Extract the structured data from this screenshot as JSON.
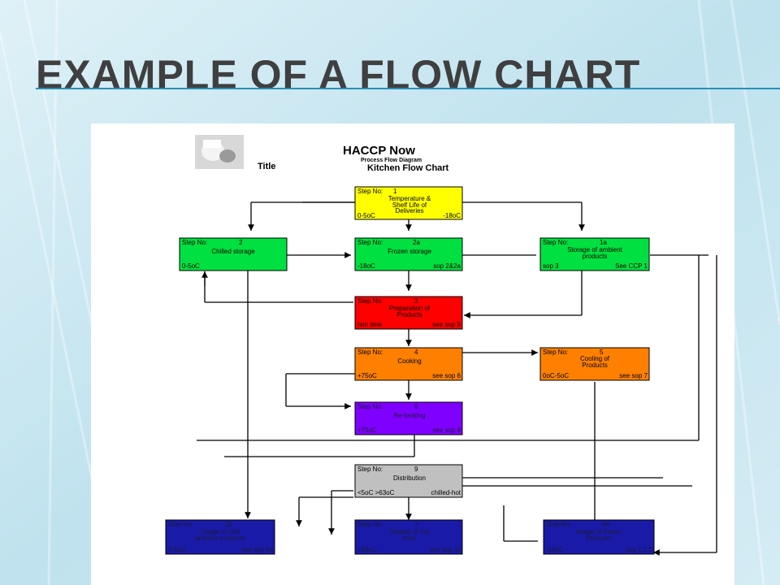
{
  "slide": {
    "title": "EXAMPLE OF A FLOW CHART"
  },
  "chart_header": {
    "app": "HACCP Now",
    "subtitle": "Process Flow Diagram",
    "title_label": "Title",
    "chart_name": "Kitchen Flow Chart"
  },
  "colors": {
    "yellow": "#ffff00",
    "green": "#00e040",
    "red": "#ff0000",
    "orange": "#ff8000",
    "purple": "#8000ff",
    "gray": "#c0c0c0",
    "navy": "#1a1aa8"
  },
  "steps": {
    "s1": {
      "label": "Step No:",
      "num": "1",
      "desc1": "Temperature &",
      "desc2": "Shelf Life of",
      "desc3": "Deliveries",
      "left": "0-5oC",
      "right": "-18oC"
    },
    "s2": {
      "label": "Step No:",
      "num": "2",
      "desc1": "Chilled storage",
      "left": "0-5oC",
      "right": ""
    },
    "s2a": {
      "label": "Step No:",
      "num": "2a",
      "desc1": "Frozen storage",
      "left": "-18oC",
      "right": "sop 2&2a"
    },
    "s1a": {
      "label": "Step No:",
      "num": "1a",
      "desc1": "Storage of ambient",
      "desc2": "products",
      "left": "sop 3",
      "right": "See CCP 1"
    },
    "s3": {
      "label": "Step No:",
      "num": "3",
      "desc1": "Preparation of",
      "desc2": "Products",
      "left": "min time",
      "right": "see sop 5"
    },
    "s4": {
      "label": "Step No:",
      "num": "4",
      "desc1": "Cooking",
      "left": "+75oC",
      "right": "see sop 6"
    },
    "s5": {
      "label": "Step No:",
      "num": "5",
      "desc1": "Cooling of",
      "desc2": "Products",
      "left": "0oC-5oC",
      "right": "see sop 7"
    },
    "s6": {
      "label": "Step No:",
      "num": "6",
      "desc1": "Re-heating",
      "left": "+75oC",
      "right": "see sop 8"
    },
    "s9": {
      "label": "Step No:",
      "num": "9",
      "desc1": "Distribution",
      "left": "<5oC >63oC",
      "right": "chilled-hot"
    },
    "s1b": {
      "label": "Step No:",
      "num": "1b",
      "desc1": "Usage of chill",
      "desc2": "ambient products",
      "left": "0-5oC",
      "right": "see sop 8a"
    },
    "s7": {
      "label": "Step No:",
      "num": "7",
      "desc1": "Display of hot",
      "desc2": "food",
      "left": "+63oC",
      "right": "see sop 11"
    },
    "s8a": {
      "label": "Step No:",
      "num": "8a",
      "desc1": "Usage of frozen",
      "desc2": "Products",
      "left": "-18oC",
      "right": "sop 1,2,3"
    }
  }
}
